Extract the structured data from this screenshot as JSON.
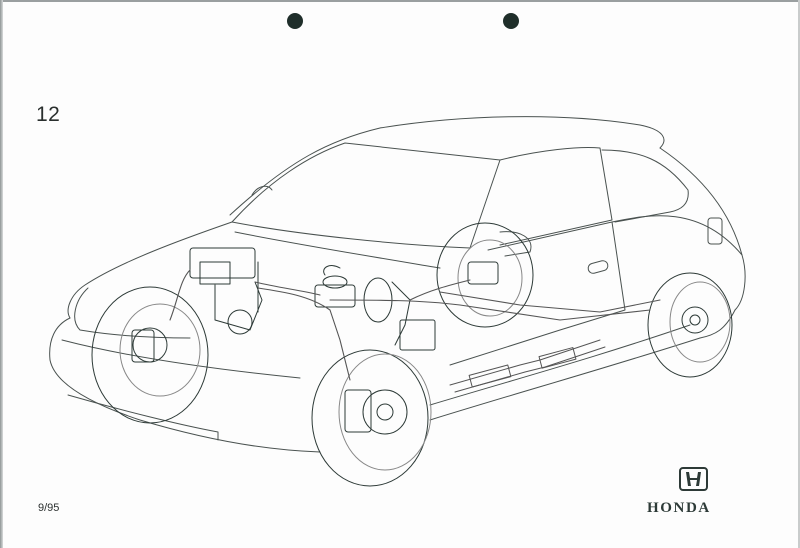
{
  "page": {
    "page_number": "12",
    "date_code": "9/95",
    "punch_holes": 2,
    "background_color": "#fdfdfd",
    "ink_color": "#2d3a37"
  },
  "illustration": {
    "subject": "Cutaway line drawing of a 3-door hatchback showing the brake system",
    "components": [
      "front-left-wheel-disc-brake",
      "front-right-wheel-disc-brake",
      "rear-left-wheel-brake",
      "rear-right-wheel-disc-brake",
      "abs-modulator-unit",
      "brake-master-cylinder",
      "brake-booster",
      "brake-lines",
      "exhaust-system"
    ]
  },
  "logo": {
    "brand": "HONDA",
    "mark": "H"
  }
}
